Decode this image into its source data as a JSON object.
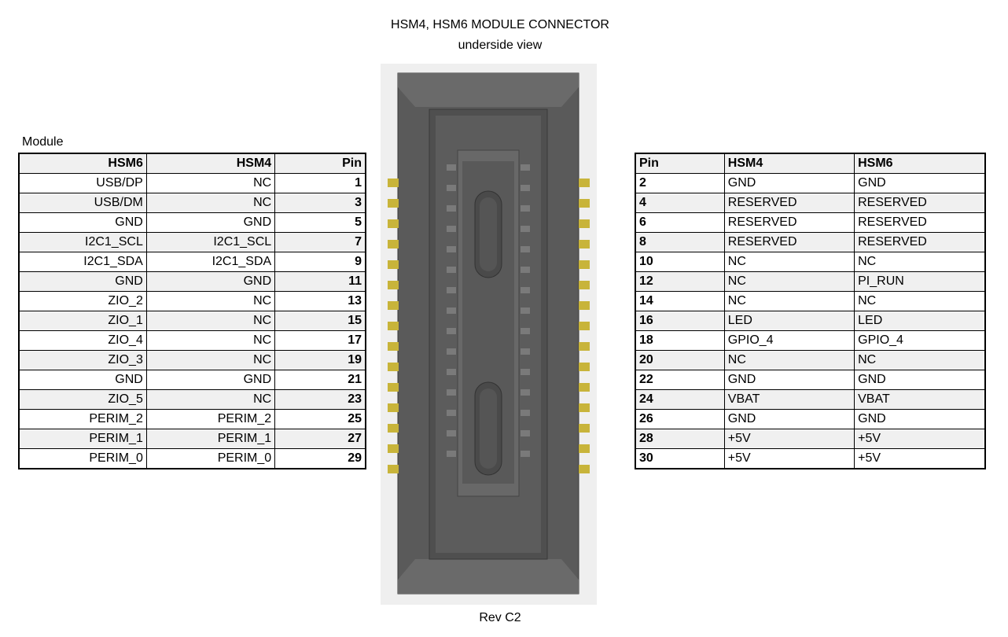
{
  "title": "HSM4, HSM6 MODULE CONNECTOR",
  "subtitle": "underside view",
  "revision": "Rev C2",
  "module_label": "Module",
  "colors": {
    "row_alt": "#f0f0f0",
    "pad_gold": "#c8b43a",
    "housing_dark": "#555555",
    "backdrop": "#efefef"
  },
  "left_table": {
    "headers": [
      "HSM6",
      "HSM4",
      "Pin"
    ],
    "rows": [
      [
        "USB/DP",
        "NC",
        "1"
      ],
      [
        "USB/DM",
        "NC",
        "3"
      ],
      [
        "GND",
        "GND",
        "5"
      ],
      [
        "I2C1_SCL",
        "I2C1_SCL",
        "7"
      ],
      [
        "I2C1_SDA",
        "I2C1_SDA",
        "9"
      ],
      [
        "GND",
        "GND",
        "11"
      ],
      [
        "ZIO_2",
        "NC",
        "13"
      ],
      [
        "ZIO_1",
        "NC",
        "15"
      ],
      [
        "ZIO_4",
        "NC",
        "17"
      ],
      [
        "ZIO_3",
        "NC",
        "19"
      ],
      [
        "GND",
        "GND",
        "21"
      ],
      [
        "ZIO_5",
        "NC",
        "23"
      ],
      [
        "PERIM_2",
        "PERIM_2",
        "25"
      ],
      [
        "PERIM_1",
        "PERIM_1",
        "27"
      ],
      [
        "PERIM_0",
        "PERIM_0",
        "29"
      ]
    ]
  },
  "right_table": {
    "headers": [
      "Pin",
      "HSM4",
      "HSM6"
    ],
    "rows": [
      [
        "2",
        "GND",
        "GND"
      ],
      [
        "4",
        "RESERVED",
        "RESERVED"
      ],
      [
        "6",
        "RESERVED",
        "RESERVED"
      ],
      [
        "8",
        "RESERVED",
        "RESERVED"
      ],
      [
        "10",
        "NC",
        "NC"
      ],
      [
        "12",
        "NC",
        "PI_RUN"
      ],
      [
        "14",
        "NC",
        "NC"
      ],
      [
        "16",
        "LED",
        "LED"
      ],
      [
        "18",
        "GPIO_4",
        "GPIO_4"
      ],
      [
        "20",
        "NC",
        "NC"
      ],
      [
        "22",
        "GND",
        "GND"
      ],
      [
        "24",
        "VBAT",
        "VBAT"
      ],
      [
        "26",
        "GND",
        "GND"
      ],
      [
        "28",
        "+5V",
        "+5V"
      ],
      [
        "30",
        "+5V",
        "+5V"
      ]
    ]
  }
}
